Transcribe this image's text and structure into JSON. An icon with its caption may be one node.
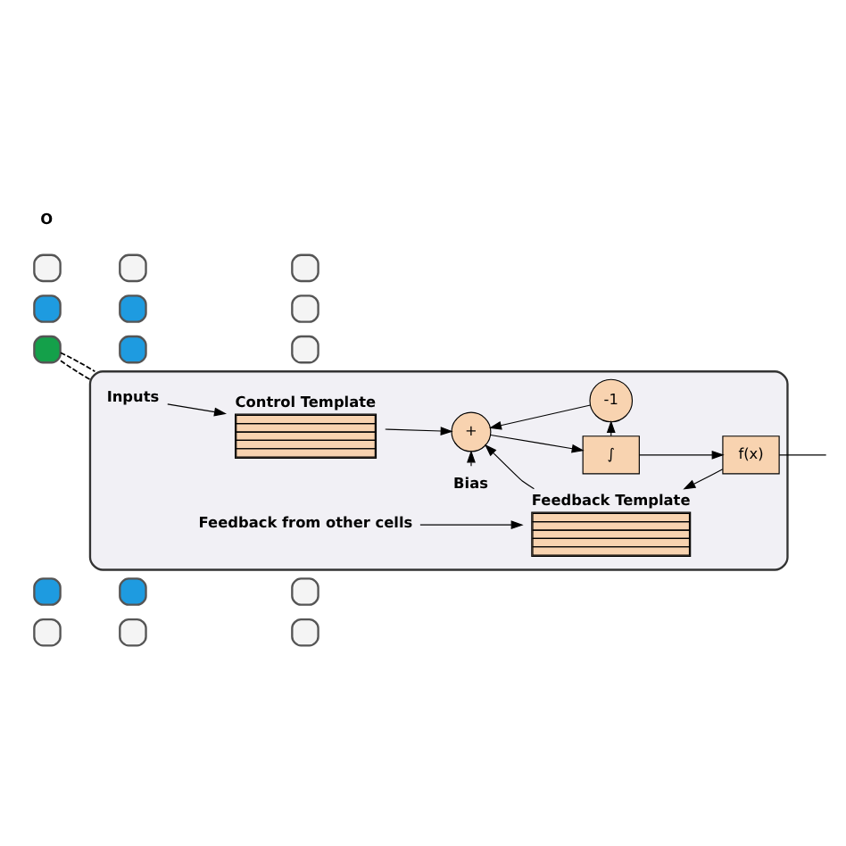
{
  "diagram": {
    "nodes": [
      {
        "text": [],
        "shape": "box"
      },
      {
        "text": [],
        "shape": "box"
      },
      {
        "text": [],
        "shape": "box"
      },
      {
        "text": [],
        "shape": "box"
      },
      {
        "text": [],
        "shape": "box"
      },
      {
        "text": [],
        "shape": "box"
      },
      {
        "text": [],
        "shape": "box"
      },
      {
        "text": [],
        "shape": "box"
      },
      {
        "text": [],
        "shape": "box"
      },
      {
        "text": [],
        "shape": "box"
      },
      {
        "text": [],
        "shape": "box"
      },
      {
        "text": [],
        "shape": "box"
      },
      {
        "text": [],
        "shape": "box"
      },
      {
        "text": [],
        "shape": "box"
      },
      {
        "text": [],
        "shape": "box"
      },
      {
        "text": [],
        "shape": "box"
      },
      {
        "text": [
          "Inputs"
        ],
        "in": 15
      },
      {
        "text": [
          "Control Template"
        ],
        "in": 15
      },
      {
        "text": [
          "Bias"
        ],
        "in": 15
      },
      {
        "text": [
          "+"
        ],
        "in": 15
      },
      {
        "text": [
          "∫"
        ],
        "in": 15
      },
      {
        "text": [
          "f(x)"
        ],
        "in": 15
      },
      {
        "text": [
          "-1"
        ],
        "in": 15
      },
      {
        "text": [
          "Feedback Template"
        ],
        "in": 15
      },
      {
        "text": [
          "Feedback from other cells"
        ],
        "in": 15
      }
    ],
    "edges": [
      {
        "from": 6,
        "to": 15,
        "arrow": "none",
        "style": "dashed"
      },
      {
        "from": 6,
        "to": 15,
        "arrow": "none",
        "style": "dashed"
      },
      {
        "from": 16,
        "to": 17,
        "arrow": "to"
      },
      {
        "from": 17,
        "to": 19,
        "arrow": "to"
      },
      {
        "from": 18,
        "to": 19,
        "arrow": "to"
      },
      {
        "from": 19,
        "to": 20,
        "arrow": "to"
      },
      {
        "from": 20,
        "to": 21,
        "arrow": "to"
      },
      {
        "from": 20,
        "to": 22,
        "arrow": "to"
      },
      {
        "from": 22,
        "to": 19,
        "arrow": "to"
      },
      {
        "from": 21,
        "to": 23,
        "arrow": "to"
      },
      {
        "from": 23,
        "to": 19,
        "arrow": "to"
      },
      {
        "from": 24,
        "to": 23,
        "arrow": "to"
      },
      {
        "from": 21,
        "to": null,
        "arrow": "none"
      }
    ],
    "labels": [
      "O"
    ]
  }
}
